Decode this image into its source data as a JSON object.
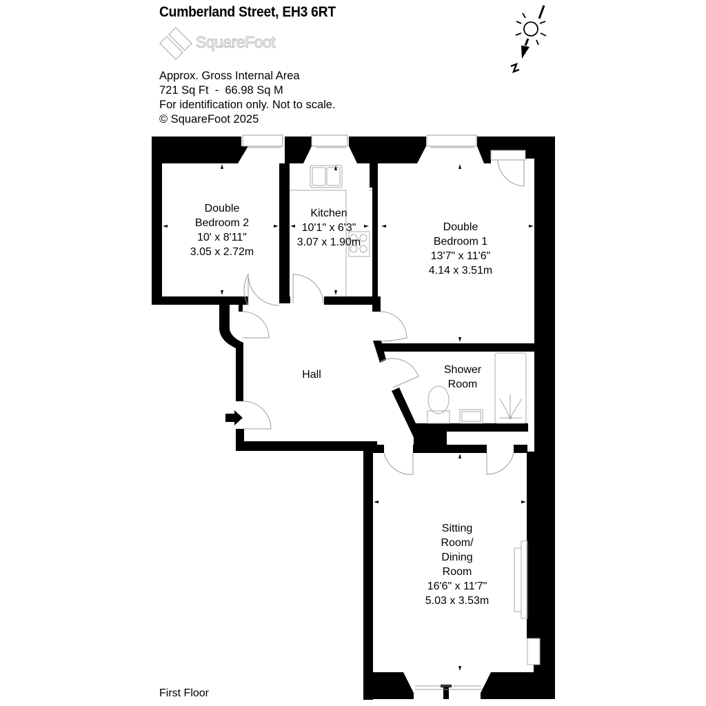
{
  "header": {
    "title": "Cumberland Street, EH3 6RT",
    "logo_text": "SquareFoot",
    "info_lines": [
      "Approx. Gross Internal Area",
      "721 Sq Ft  -  66.98 Sq M",
      "For identification only. Not to scale.",
      "© SquareFoot 2025"
    ]
  },
  "compass": {
    "icon": "sun-north-arrow-icon",
    "label": "N"
  },
  "floor_label": "First Floor",
  "rooms": {
    "bedroom2": {
      "name_line1": "Double",
      "name_line2": "Bedroom 2",
      "imperial": "10' x 8'11\"",
      "metric": "3.05 x 2.72m"
    },
    "kitchen": {
      "name": "Kitchen",
      "imperial": "10'1\" x 6'3\"",
      "metric": "3.07 x 1.90m"
    },
    "bedroom1": {
      "name_line1": "Double",
      "name_line2": "Bedroom 1",
      "imperial": "13'7\" x 11'6\"",
      "metric": "4.14 x 3.51m"
    },
    "hall": {
      "name": "Hall"
    },
    "shower": {
      "name_line1": "Shower",
      "name_line2": "Room"
    },
    "sitting": {
      "name_line1": "Sitting",
      "name_line2": "Room/",
      "name_line3": "Dining",
      "name_line4": "Room",
      "imperial": "16'6\" x 11'7\"",
      "metric": "5.03 x 3.53m"
    }
  },
  "colors": {
    "wall": "#000000",
    "fixture": "#b0b0b0",
    "logo": "#c0c0c0",
    "background": "#ffffff"
  }
}
